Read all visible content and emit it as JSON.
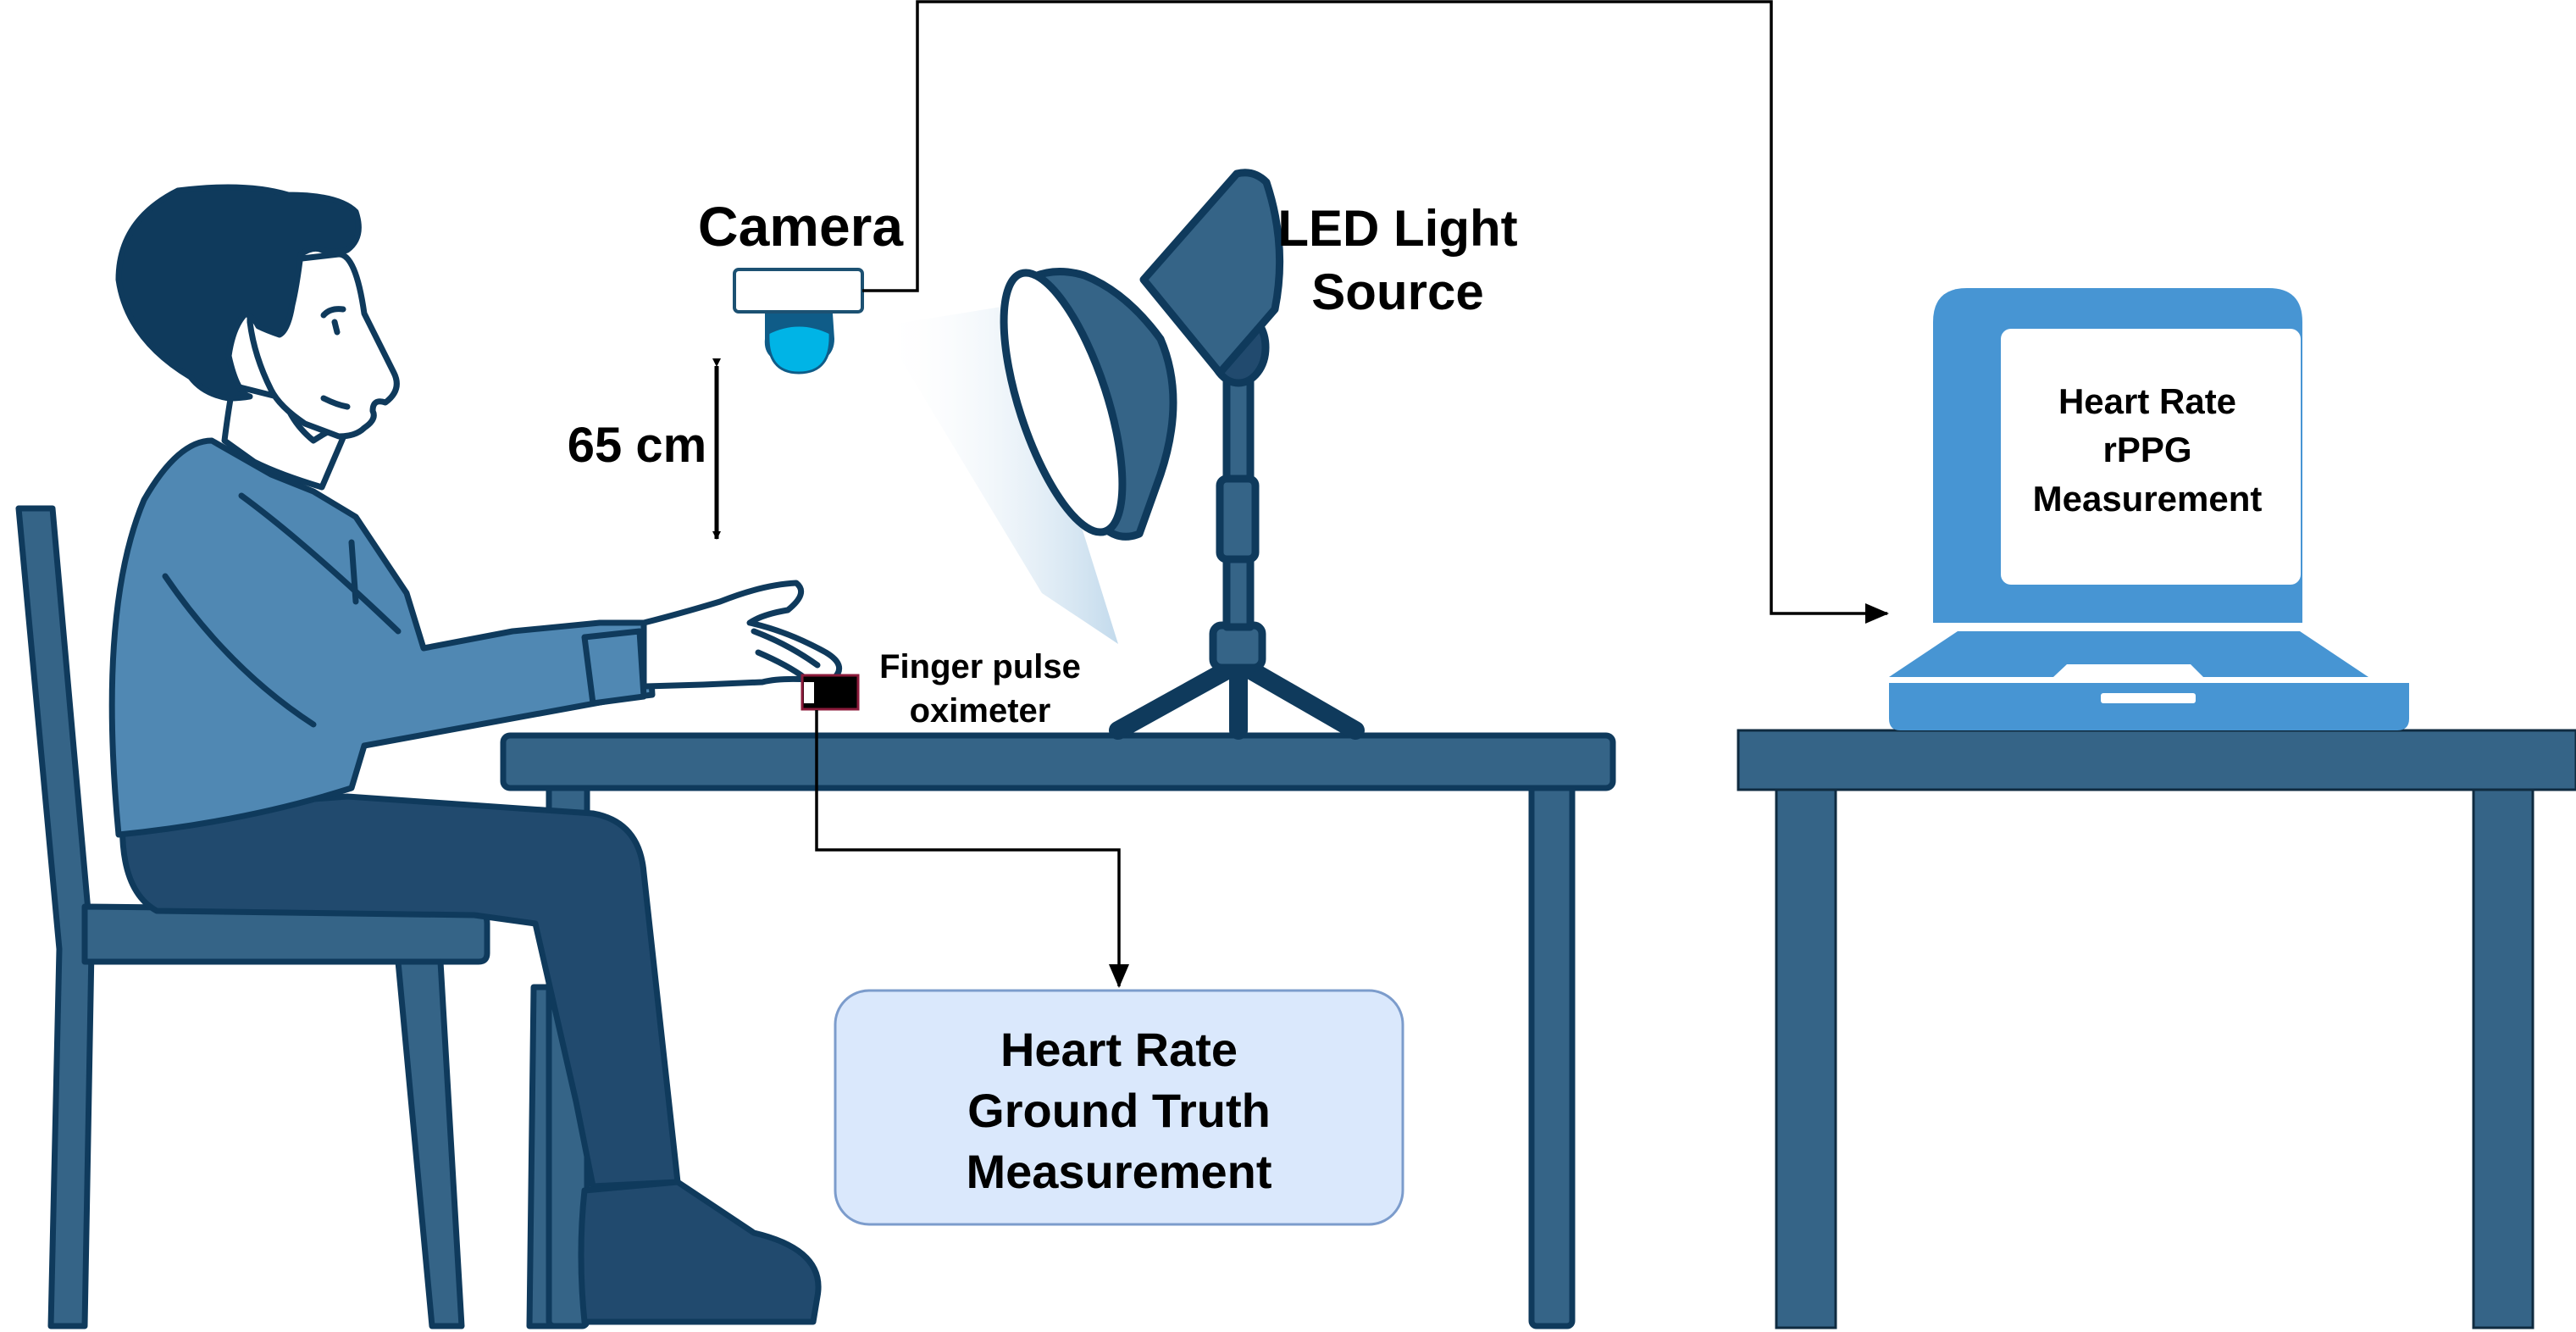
{
  "labels": {
    "camera": "Camera",
    "led_line1": "LED Light",
    "led_line2": "Source",
    "distance": "65 cm",
    "oximeter_line1": "Finger pulse",
    "oximeter_line2": "oximeter",
    "laptop_line1": "Heart Rate",
    "laptop_line2": "rPPG",
    "laptop_line3": "Measurement",
    "ground_truth_line1": "Heart Rate",
    "ground_truth_line2": "Ground Truth",
    "ground_truth_line3": "Measurement"
  },
  "colors": {
    "outline": "#0f3a5c",
    "shirt": "#5088b3",
    "pants": "#214a6e",
    "furniture": "#356487",
    "laptop": "#4795d3",
    "camera_lens": "#00b4e6",
    "ground_truth_box": "#dae8fc",
    "ground_truth_border": "#7c9ccc"
  }
}
